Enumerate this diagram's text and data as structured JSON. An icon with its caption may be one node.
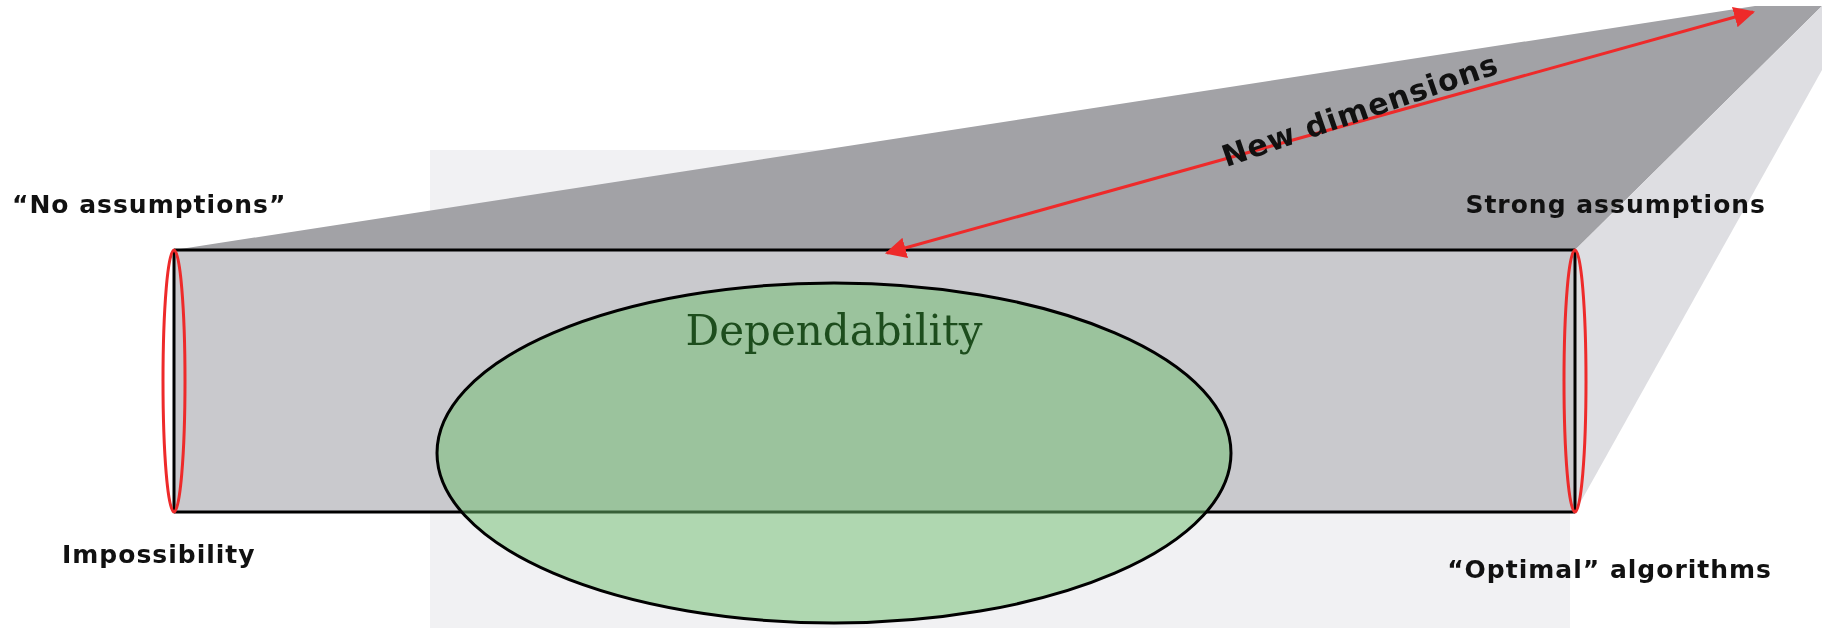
{
  "diagram": {
    "nodes": [
      {
        "text": [
          "Dependability"
        ]
      }
    ],
    "labels": [
      "“No assumptions”",
      "Strong assumptions",
      "New dimensions",
      "Impossibility",
      "“Optimal” algorithms"
    ]
  }
}
